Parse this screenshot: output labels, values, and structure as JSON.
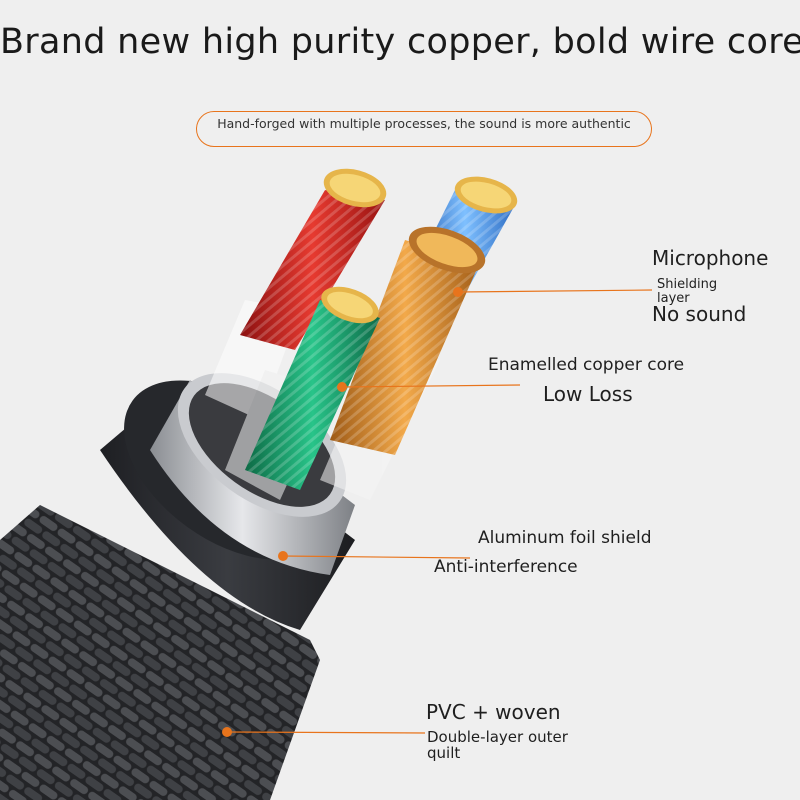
{
  "header": {
    "title": "Brand new high purity copper, bold wire core",
    "subtitle": "Hand-forged with multiple processes, the sound is more authentic"
  },
  "callouts": {
    "microphone": "Microphone",
    "shielding_line1": "Shielding",
    "shielding_line2": "layer",
    "no_sound": "No sound",
    "enamelled": "Enamelled copper core",
    "low_loss": "Low Loss",
    "aluminum": "Aluminum foil shield",
    "anti_interference": "Anti-interference",
    "pvc": "PVC + woven",
    "double_layer_line1": "Double-layer outer",
    "double_layer_line2": "quilt"
  },
  "colors": {
    "accent": "#e8741c",
    "red_wire": "#d8231f",
    "green_wire": "#19a06a",
    "blue_wire": "#3f8fe0",
    "copper_wire": "#d98a2a",
    "jacket": "#2b2d31"
  }
}
